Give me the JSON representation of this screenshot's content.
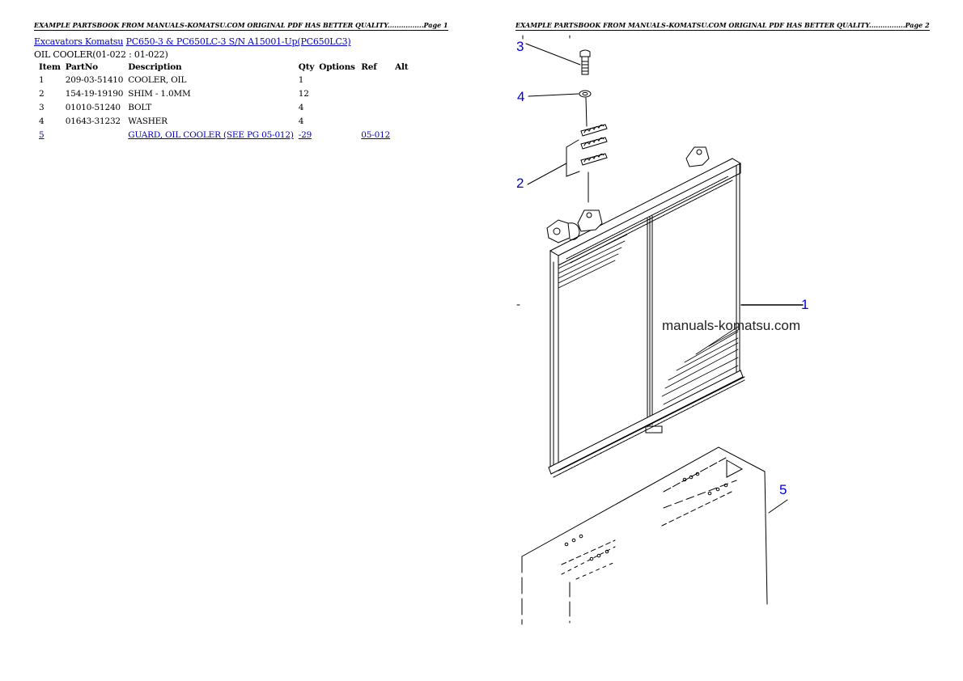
{
  "pages": [
    {
      "header": "EXAMPLE PARTSBOOK FROM MANUALS-KOMATSU.COM ORIGINAL PDF HAS BETTER QUALITY................Page 1",
      "breadcrumb": {
        "category_link": "Excavators Komatsu",
        "model_link": "PC650-3 & PC650LC-3 S/N A15001-Up(PC650LC3)"
      },
      "section_title": "OIL COOLER(01-022 : 01-022)",
      "table": {
        "columns": [
          "Item",
          "PartNo",
          "Description",
          "Qty",
          "Options",
          "Ref",
          "Alt"
        ],
        "rows": [
          {
            "item": "1",
            "part_no": "209-03-51410",
            "description": "COOLER, OIL",
            "qty": "1",
            "options": "",
            "ref": "",
            "alt": ""
          },
          {
            "item": "2",
            "part_no": "154-19-19190",
            "description": "SHIM - 1.0MM",
            "qty": "12",
            "options": "",
            "ref": "",
            "alt": ""
          },
          {
            "item": "3",
            "part_no": "01010-51240",
            "description": "BOLT",
            "qty": "4",
            "options": "",
            "ref": "",
            "alt": ""
          },
          {
            "item": "4",
            "part_no": "01643-31232",
            "description": "WASHER",
            "qty": "4",
            "options": "",
            "ref": "",
            "alt": ""
          },
          {
            "item": "5",
            "part_no": "",
            "description": "GUARD, OIL COOLER (SEE PG 05-012)",
            "qty": "-29",
            "options": "",
            "ref": "05-012",
            "alt": "",
            "is_link": true
          }
        ]
      }
    },
    {
      "header": "EXAMPLE PARTSBOOK FROM MANUALS-KOMATSU.COM ORIGINAL PDF HAS BETTER QUALITY................Page 2",
      "diagram": {
        "callouts": [
          "1",
          "2",
          "3",
          "4",
          "5"
        ],
        "watermark": "manuals-komatsu.com",
        "callout_color": "#0000dd"
      }
    }
  ]
}
